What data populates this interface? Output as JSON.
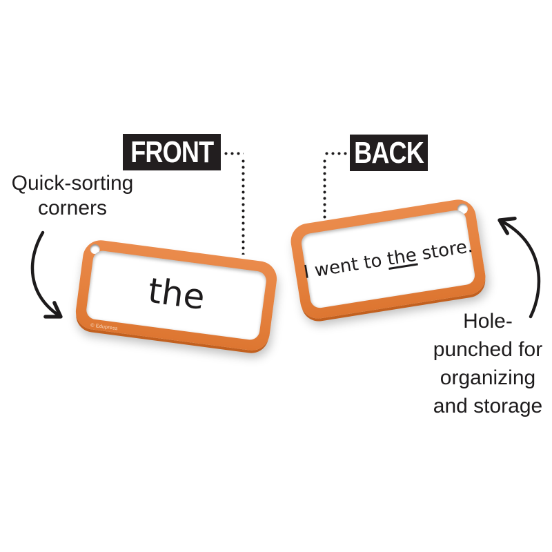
{
  "labels": {
    "front": "FRONT",
    "back": "BACK"
  },
  "cards": {
    "front": {
      "word": "the",
      "copyright": "© Edupress"
    },
    "back": {
      "sentence_before": "I went to ",
      "sentence_underlined": "the",
      "sentence_after": " store."
    }
  },
  "annotations": {
    "quick_sorting": {
      "line1": "Quick-sorting",
      "line2": "corners"
    },
    "hole_punched": {
      "line1": "Hole-",
      "line2": "punched for",
      "line3": "organizing",
      "line4": "and storage"
    }
  },
  "colors": {
    "card_frame_orange": "#e5813e",
    "card_frame_edge": "#c2601f",
    "label_background": "#221e1f",
    "text": "#1d1b1c",
    "card_face": "#ffffff"
  }
}
